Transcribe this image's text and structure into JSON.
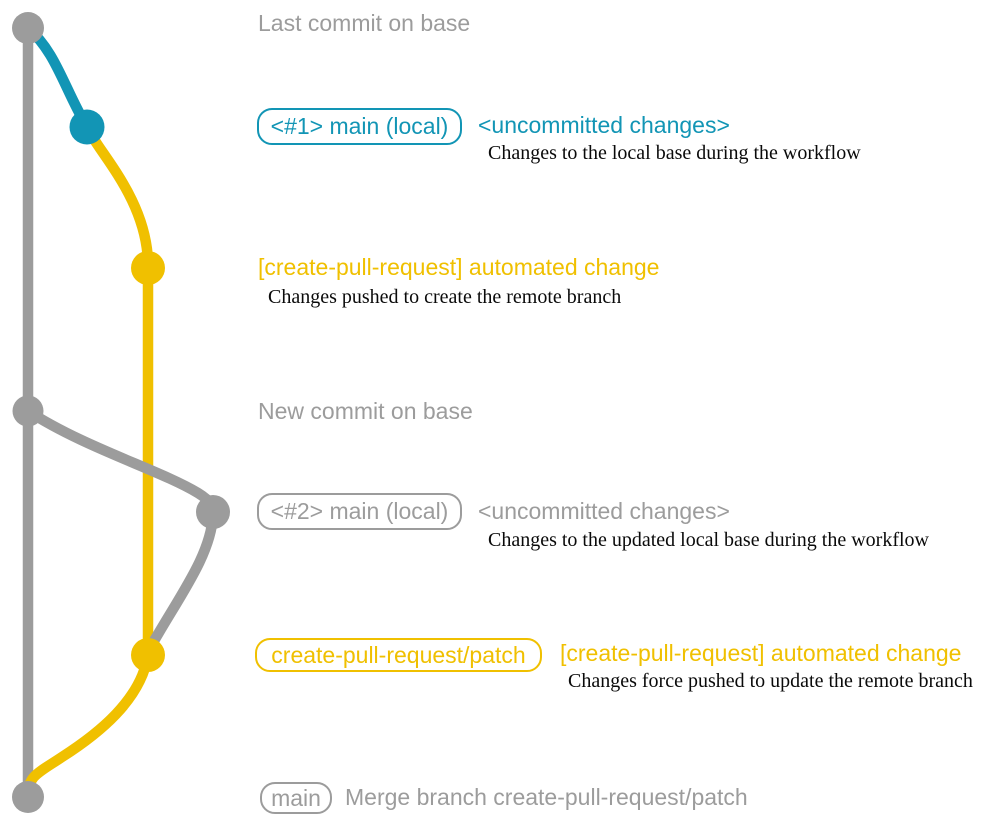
{
  "colors": {
    "base_gray": "#9c9c9c",
    "teal": "#1295b5",
    "yellow": "#f0c000",
    "body_text": "#0a0a0a"
  },
  "annotations": {
    "row1": {
      "label": "Last commit on base"
    },
    "row2": {
      "badge": "<#1> main (local)",
      "title": "<uncommitted changes>",
      "description": "Changes to the local base during the workflow"
    },
    "row3": {
      "title": "[create-pull-request] automated change",
      "description": "Changes pushed to create the remote branch"
    },
    "row4": {
      "label": "New commit on base"
    },
    "row5": {
      "badge": "<#2> main (local)",
      "title": "<uncommitted changes>",
      "description": "Changes to the updated local base during the workflow"
    },
    "row6": {
      "badge": "create-pull-request/patch",
      "title": "[create-pull-request] automated change",
      "description": "Changes force pushed to update the remote branch"
    },
    "row7": {
      "badge": "main",
      "label": "Merge branch create-pull-request/patch"
    }
  }
}
